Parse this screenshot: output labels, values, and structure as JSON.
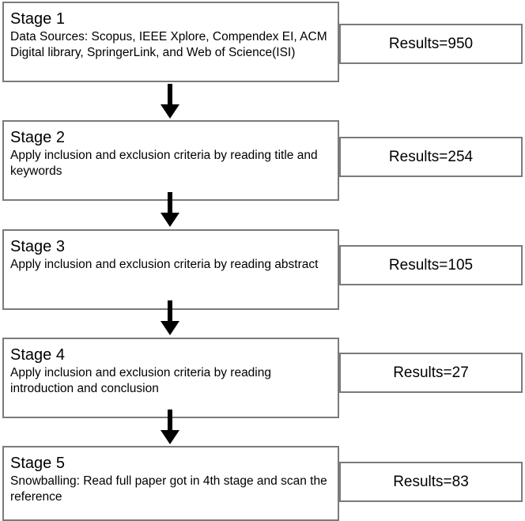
{
  "stages": [
    {
      "title": "Stage 1",
      "description": "Data Sources: Scopus, IEEE Xplore, Compendex EI, ACM Digital library, SpringerLink, and Web of Science(ISI)",
      "result": "Results=950"
    },
    {
      "title": "Stage 2",
      "description": "Apply inclusion and exclusion criteria by reading title and keywords",
      "result": "Results=254"
    },
    {
      "title": "Stage 3",
      "description": "Apply inclusion and exclusion criteria by reading abstract",
      "result": "Results=105"
    },
    {
      "title": "Stage 4",
      "description": "Apply inclusion and exclusion criteria by reading introduction and conclusion",
      "result": "Results=27"
    },
    {
      "title": "Stage 5",
      "description": "Snowballing: Read full paper got in 4th stage and scan the reference",
      "result": "Results=83"
    }
  ],
  "colors": {
    "border": "#7a7a7a",
    "arrow": "#000000",
    "text": "#000000"
  }
}
